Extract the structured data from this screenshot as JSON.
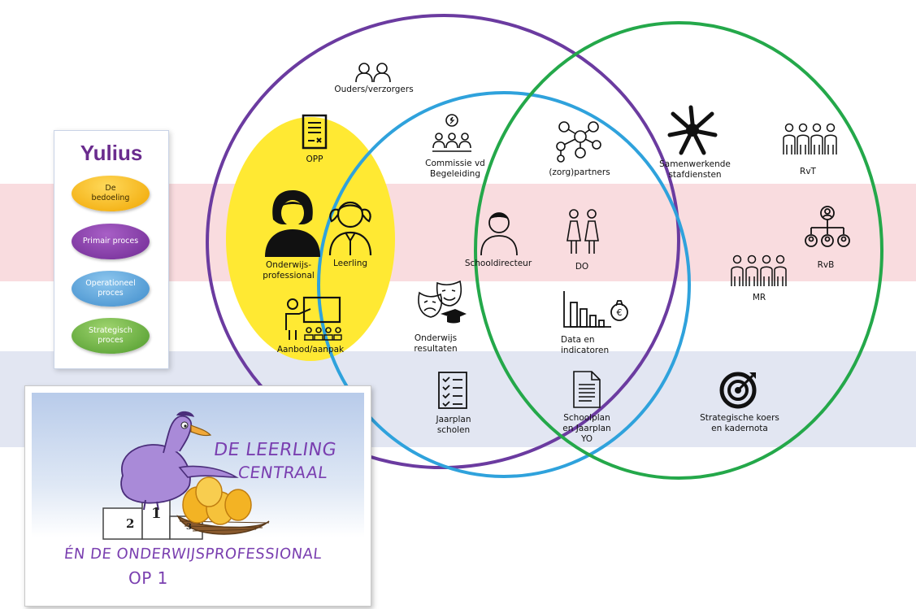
{
  "legend": {
    "title": "Yulius",
    "items": [
      {
        "label": "De\nbedoeling",
        "color": "#f0a500"
      },
      {
        "label": "Primair  proces",
        "color": "#6f2a93"
      },
      {
        "label": "Operationeel\nproces",
        "color": "#3e8ccb"
      },
      {
        "label": "Strategisch\nproces",
        "color": "#4f9a2c"
      }
    ]
  },
  "colors": {
    "primair_circle": "#6b3ba0",
    "operationeel_circle": "#2fa2dc",
    "strategisch_circle": "#24a84a",
    "core_ellipse": "#ffe933",
    "band_red": "#f9dcdf",
    "band_blue": "#e2e6f2"
  },
  "core": {
    "opp": "OPP",
    "onderwijsprofessional": "Onderwijs-\nprofessional",
    "leerling": "Leerling",
    "aanbod": "Aanbod/aanpak"
  },
  "nodes": {
    "ouders": "Ouders/verzorgers",
    "commissie": "Commissie vd\nBegeleiding",
    "zorgpartners": "(zorg)partners",
    "samenwerkende": "Samenwerkende\nstafdiensten",
    "rvt": "RvT",
    "rvb": "RvB",
    "schooldirecteur": "Schooldirecteur",
    "do": "DO",
    "mr": "MR",
    "onderwijsresultaten": "Onderwijs\nresultaten",
    "data": "Data en\nindicatoren",
    "jaarplan_scholen": "Jaarplan\nscholen",
    "schoolplan": "Schoolplan\nen Jaarplan\nYO",
    "strategische": "Strategische koers\nen kadernota"
  },
  "illustration": {
    "line1": "DE LEERLING",
    "line2": "CENTRAAL",
    "line3": "ÉN DE ONDERWIJSPROFESSIONAL",
    "line4": "OP 1",
    "podium": [
      "2",
      "1",
      "3"
    ]
  }
}
